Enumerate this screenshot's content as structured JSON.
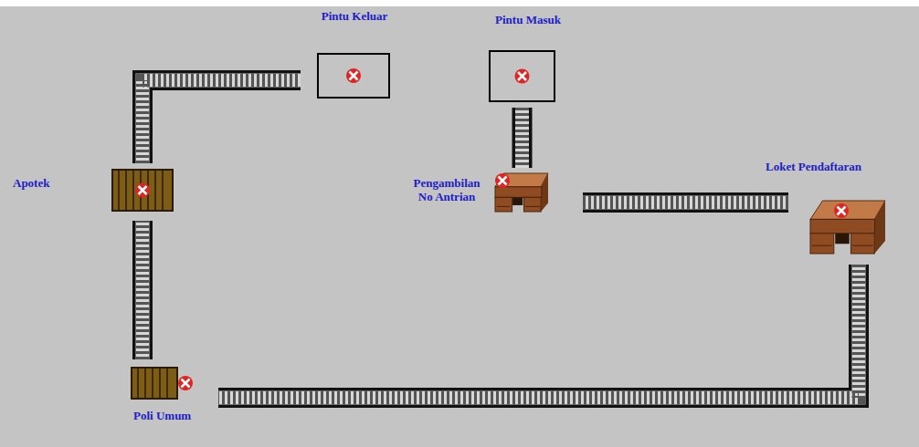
{
  "diagram": {
    "nodes": [
      {
        "text": [
          "Pintu Keluar"
        ]
      },
      {
        "text": [
          "Pintu Masuk"
        ]
      },
      {
        "text": [
          "Apotek"
        ]
      },
      {
        "text": [
          "Pengambilan No Antrian"
        ]
      },
      {
        "text": [
          "Loket Pendaftaran"
        ]
      },
      {
        "text": [
          "Poli Umum"
        ]
      }
    ],
    "edges": [
      {
        "from": 1,
        "to": 3,
        "arrow": "none"
      },
      {
        "from": 3,
        "to": 4,
        "arrow": "none"
      },
      {
        "from": 4,
        "to": 5,
        "arrow": "none"
      },
      {
        "from": 5,
        "to": 2,
        "arrow": "none"
      },
      {
        "from": 2,
        "to": 0,
        "arrow": "none"
      }
    ]
  }
}
